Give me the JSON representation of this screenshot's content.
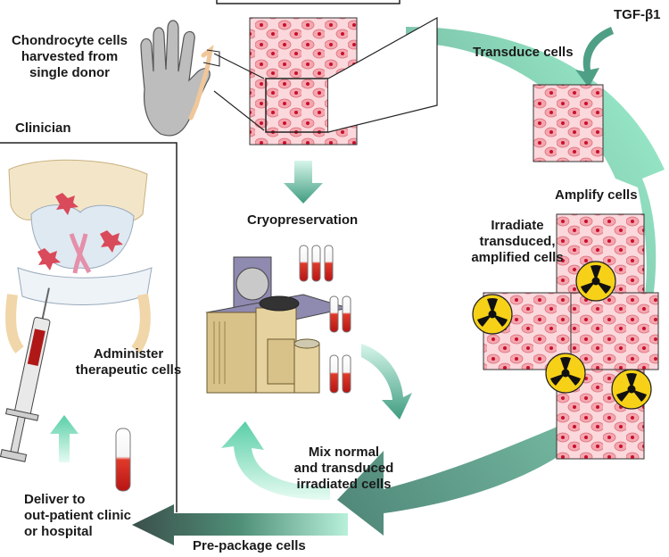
{
  "labels": {
    "chondrocyte": "Chondrocyte cells\nharvested from\nsingle donor",
    "clinician": "Clinician",
    "tgf": "TGF-β1",
    "transduce": "Transduce cells",
    "amplify": "Amplify cells",
    "irradiate": "Irradiate\ntransduced,\namplified cells",
    "cryo": "Cryopreservation",
    "administer": "Administer\ntherapeutic cells",
    "mix": "Mix normal\nand transduced\nirradiated cells",
    "deliver": "Deliver to\nout-patient clinic\nor hospital",
    "prepackage": "Pre-package cells"
  },
  "icons": [
    "hand-icon",
    "cell-culture-icon",
    "radiation-icon",
    "knee-joint-icon",
    "syringe-icon",
    "cryo-tank-icon",
    "test-tube-icon"
  ],
  "colors": {
    "arrow_light": "#8ef0c8",
    "arrow_mid": "#3fa58a",
    "arrow_dark": "#3b5a52",
    "cell_fill": "#f2a0a8",
    "cell_bg": "#fbd8dc",
    "nucleus": "#c8102e",
    "radiation_yellow": "#f7d117"
  }
}
